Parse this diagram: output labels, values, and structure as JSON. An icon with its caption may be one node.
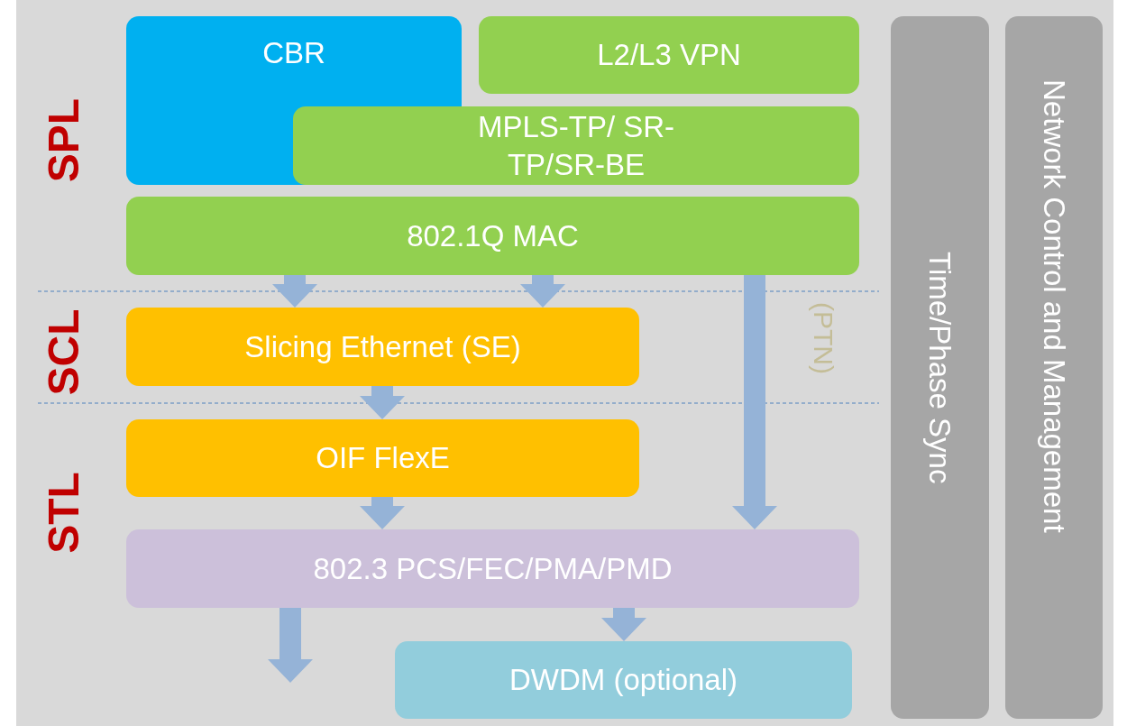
{
  "diagram": {
    "nodes": [
      {
        "text": [
          "CBR"
        ]
      },
      {
        "text": [
          "L2/L3 VPN"
        ]
      },
      {
        "text": [
          "MPLS-TP/ SR-TP/SR-BE"
        ]
      },
      {
        "text": [
          "802.1Q MAC"
        ]
      },
      {
        "text": [
          "Slicing Ethernet (SE)"
        ]
      },
      {
        "text": [
          "OIF FlexE"
        ]
      },
      {
        "text": [
          "802.3 PCS/FEC/PMA/PMD"
        ]
      },
      {
        "text": [
          "DWDM (optional)"
        ]
      },
      {
        "text": [
          "Time/Phase Sync"
        ]
      },
      {
        "text": [
          "Network Control and Management"
        ]
      }
    ],
    "edges": [
      {
        "from": 3,
        "to": 4,
        "arrow": "to"
      },
      {
        "from": 3,
        "to": 4,
        "arrow": "to"
      },
      {
        "from": 4,
        "to": 5,
        "arrow": "to"
      },
      {
        "from": 5,
        "to": 6,
        "arrow": "to"
      },
      {
        "from": 3,
        "to": 6,
        "arrow": "to",
        "label": "(PTN)"
      },
      {
        "from": 6,
        "to": null,
        "arrow": "to"
      },
      {
        "from": 6,
        "to": 7,
        "arrow": "to"
      }
    ],
    "labels": [
      "SPL",
      "SCL",
      "STL"
    ]
  }
}
